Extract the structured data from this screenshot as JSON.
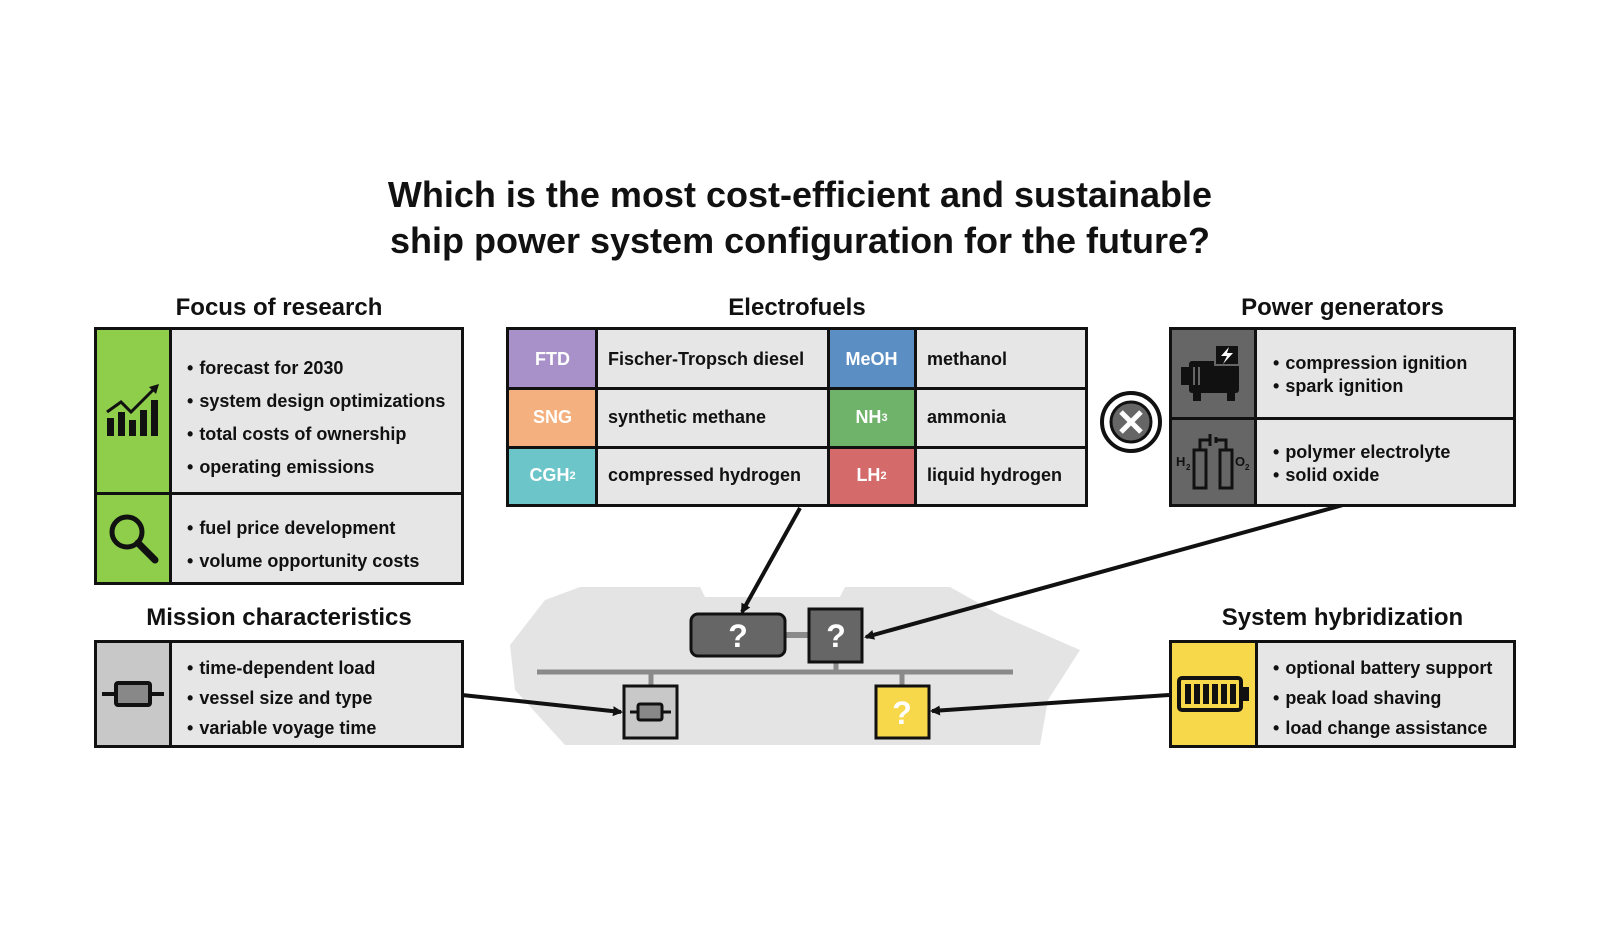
{
  "title_line1": "Which is the most cost-efficient and sustainable",
  "title_line2": "ship power system configuration for the future?",
  "focus": {
    "title": "Focus of research",
    "group1": [
      "forecast for 2030",
      "system design optimizations",
      "total costs of ownership",
      "operating emissions"
    ],
    "group2": [
      "fuel price development",
      "volume opportunity costs"
    ],
    "icons": [
      "chart-growth-icon",
      "magnifier-icon"
    ],
    "color": "#8fce4a"
  },
  "electrofuels": {
    "title": "Electrofuels",
    "fuels": [
      {
        "abbr": "FTD",
        "sub": "",
        "name": "Fischer-Tropsch diesel",
        "color": "#a890c8"
      },
      {
        "abbr": "MeOH",
        "sub": "",
        "name": "methanol",
        "color": "#5b8fc4"
      },
      {
        "abbr": "SNG",
        "sub": "",
        "name": "synthetic methane",
        "color": "#f4b07e"
      },
      {
        "abbr": "NH",
        "sub": "3",
        "name": "ammonia",
        "color": "#6fb36a"
      },
      {
        "abbr": "CGH",
        "sub": "2",
        "name": "compressed hydrogen",
        "color": "#6cc6c9"
      },
      {
        "abbr": "LH",
        "sub": "2",
        "name": "liquid hydrogen",
        "color": "#d46a6a"
      }
    ]
  },
  "combine_symbol": "⊗",
  "power_generators": {
    "title": "Power generators",
    "group1": [
      "compression ignition",
      "spark ignition"
    ],
    "group2": [
      "polymer electrolyte",
      "solid oxide"
    ],
    "icons": [
      "engine-generator-icon",
      "fuel-cell-icon"
    ],
    "fuel_cell_labels": {
      "left": "H",
      "left_sub": "2",
      "right": "O",
      "right_sub": "2"
    },
    "color": "#666666"
  },
  "mission": {
    "title": "Mission characteristics",
    "items": [
      "time-dependent load",
      "vessel size and type",
      "variable voyage time"
    ],
    "icon": "load-resistor-icon",
    "color": "#c8c8c8"
  },
  "hybridization": {
    "title": "System hybridization",
    "items": [
      "optional battery support",
      "peak load shaving",
      "load change assistance"
    ],
    "icon": "battery-icon",
    "color": "#f6d84a"
  },
  "ship": {
    "unknown_fuel": "?",
    "unknown_generator": "?",
    "unknown_storage": "?",
    "colors": {
      "hull": "#e4e4e4",
      "bus": "#8a8a8a",
      "unknown": "#666666"
    }
  }
}
